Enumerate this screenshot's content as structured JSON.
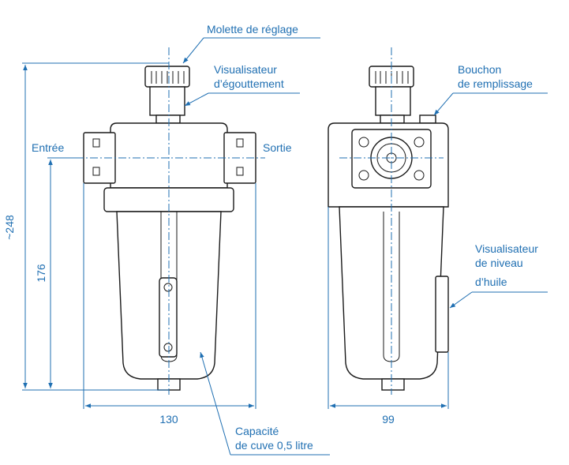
{
  "labels": {
    "molette": "Molette de réglage",
    "visu_egout_1": "Visualisateur",
    "visu_egout_2": "d’égouttement",
    "entree": "Entrée",
    "sortie": "Sortie",
    "bouchon_1": "Bouchon",
    "bouchon_2": "de remplissage",
    "visu_niveau_1": "Visualisateur",
    "visu_niveau_2": "de niveau",
    "visu_niveau_3": "d’huile",
    "capacite_1": "Capacité",
    "capacite_2": "de cuve 0,5 litre"
  },
  "dimensions": {
    "height_total": "~248",
    "height_inlet": "176",
    "width_front": "130",
    "width_side": "99"
  },
  "colors": {
    "accent": "#1f6fb2",
    "outline": "#1a1a1a"
  }
}
